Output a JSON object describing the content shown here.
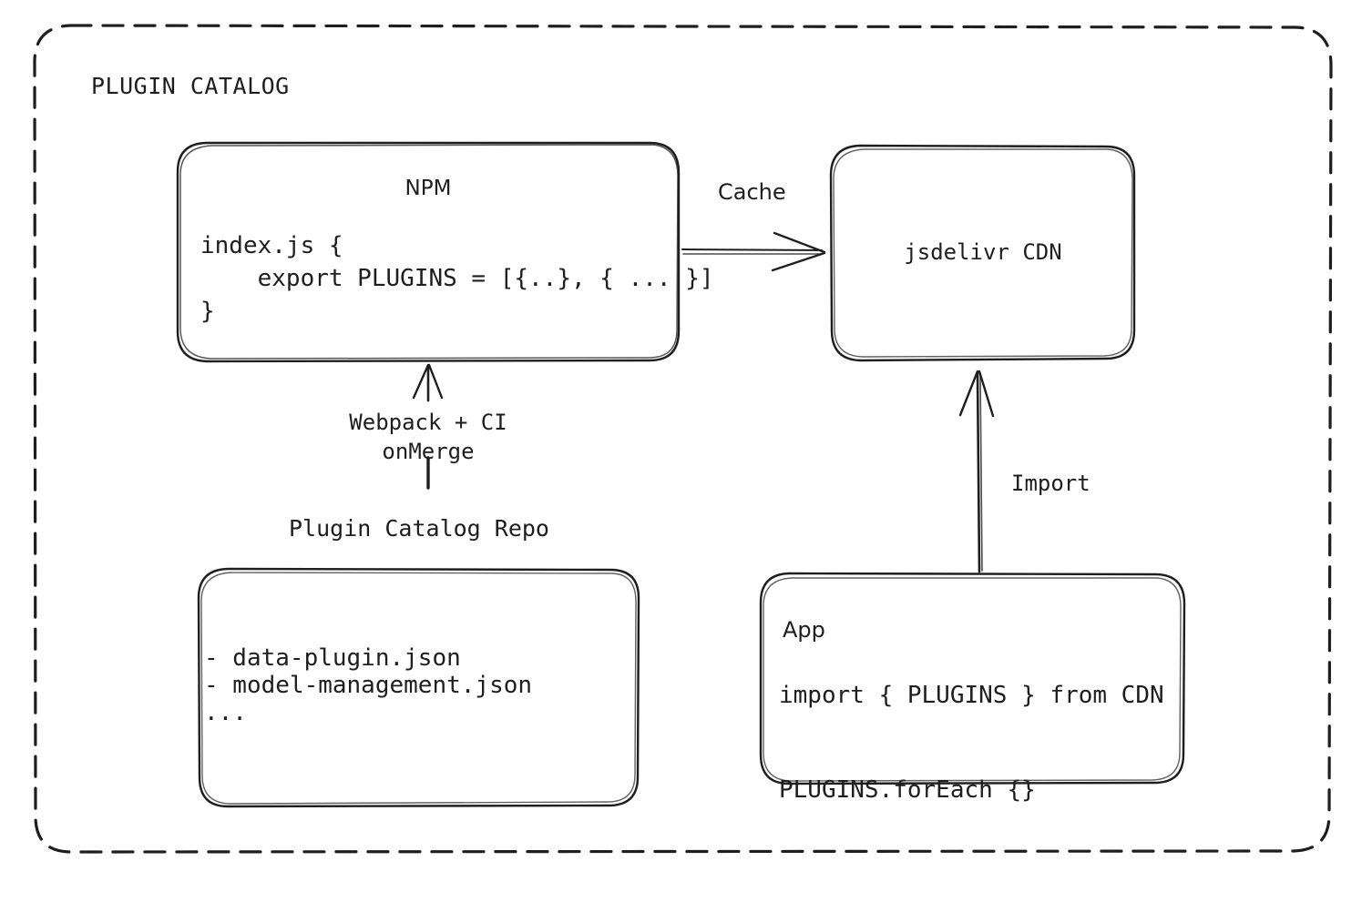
{
  "diagram": {
    "group_title": "PLUGIN CATALOG",
    "stroke_color": "#1e1e1e",
    "background_color": "#ffffff",
    "nodes": {
      "npm": {
        "title": "NPM",
        "code": "index.js {\n    export PLUGINS = [{..}, { ... }]\n}"
      },
      "cdn": {
        "title": "jsdelivr CDN"
      },
      "repo": {
        "caption": "Plugin Catalog Repo",
        "items": "- data-plugin.json\n- model-management.json\n..."
      },
      "app": {
        "title": "App",
        "code": "import { PLUGINS } from CDN\n\nPLUGINS.forEach {}"
      }
    },
    "edges": {
      "cache": {
        "label": "Cache",
        "from": "npm",
        "to": "cdn"
      },
      "build": {
        "label": "Webpack + CI\nonMerge",
        "from": "repo",
        "to": "npm"
      },
      "import": {
        "label": "Import",
        "from": "app",
        "to": "cdn"
      }
    }
  }
}
